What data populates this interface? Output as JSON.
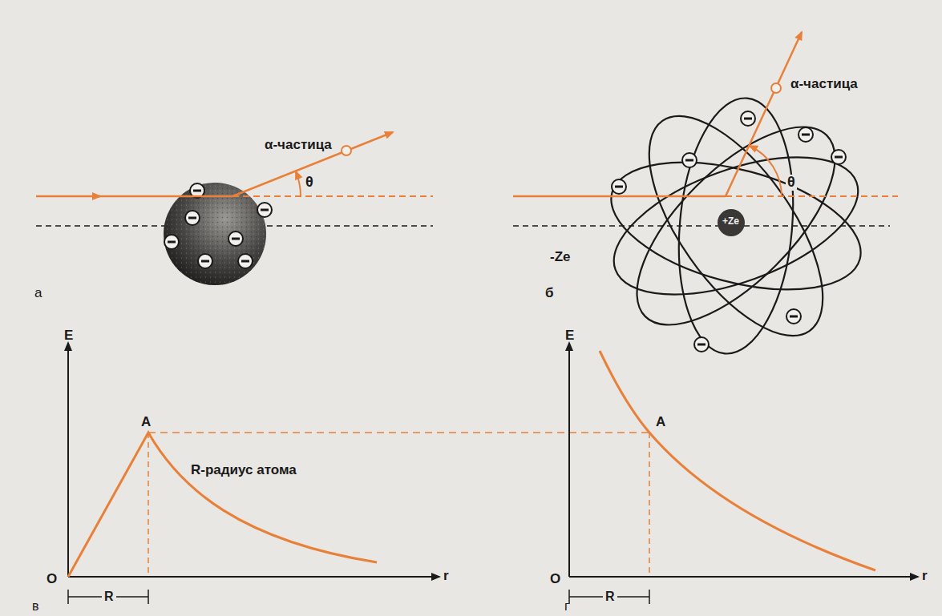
{
  "diagram": {
    "labels": [
      "α-частица",
      "θ",
      "α-частица",
      "θ",
      "+Ze",
      "-Ze",
      "а",
      "б",
      "E",
      "A",
      "R-радиус атома",
      "O",
      "r",
      "R",
      "в",
      "E",
      "A",
      "O",
      "r",
      "R",
      "г"
    ]
  }
}
